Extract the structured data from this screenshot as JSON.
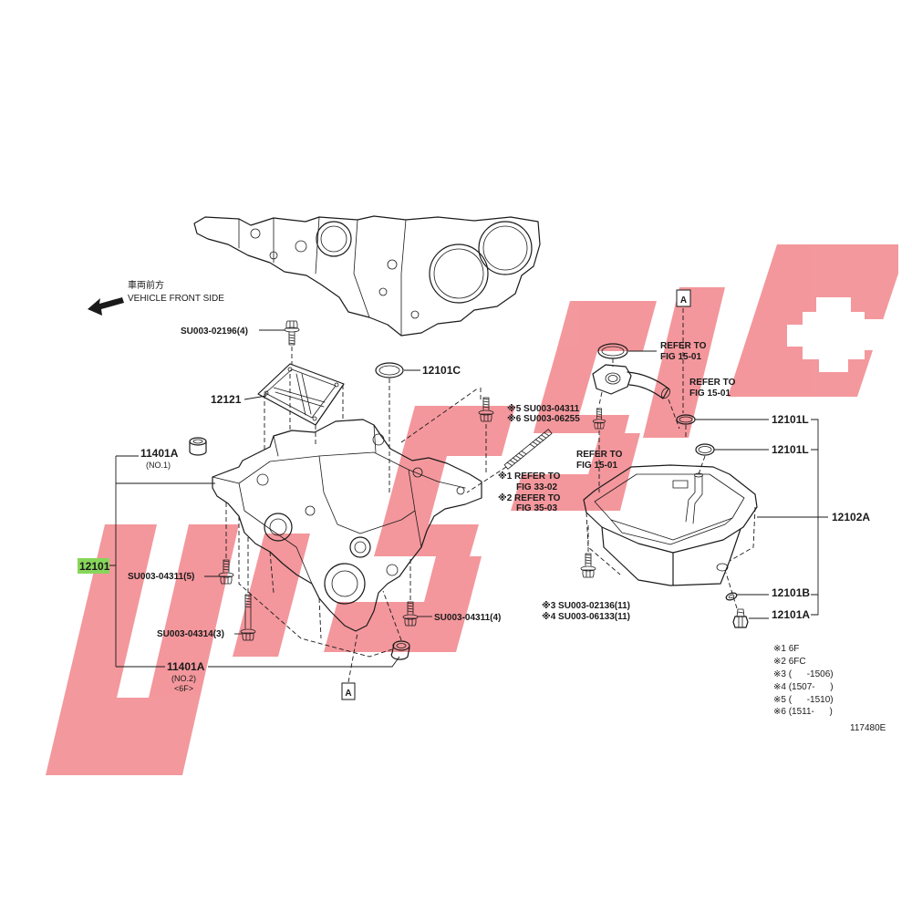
{
  "orientation": {
    "label_jp": "車両前方",
    "label_en": "VEHICLE FRONT SIDE"
  },
  "parts": {
    "cover_12121": "12121",
    "gasket_12101c": "12101C",
    "plug_no1": {
      "part": "11401A",
      "note": "(NO.1)"
    },
    "oil_pan_no1": "12101",
    "plug_no2": {
      "part": "11401A",
      "note": "(NO.2)",
      "variant": "<6F>"
    },
    "gasket_12101l_upper": "12101L",
    "gasket_12101l_lower": "12101L",
    "oil_pan_no2": "12102A",
    "gasket_12101b": "12101B",
    "drain_plug_12101a": "12101A"
  },
  "bolts": {
    "cover_bolt": "SU003-02196(4)",
    "stud_bolt_a": "※5 SU003-04311",
    "stud_bolt_b": "※6 SU003-06255",
    "pan_bolt_left": "SU003-04311(5)",
    "pan_bolt_long": "SU003-04314(3)",
    "pan_bolt_front": "SU003-04311(4)",
    "pan2_bolt_a": "※3 SU003-02136(11)",
    "pan2_bolt_b": "※4 SU003-06133(11)"
  },
  "references": {
    "stud_ref_1": [
      "※1 REFER TO",
      "FIG 33-02"
    ],
    "stud_ref_2": [
      "※2 REFER TO",
      "FIG 35-03"
    ],
    "ring_ref": [
      "REFER TO",
      "FIG 15-01"
    ],
    "strainer_ref": [
      "REFER TO",
      "FIG 15-01"
    ],
    "bolt_ref": [
      "REFER TO",
      "FIG 15-01"
    ],
    "marker_a_top": "A",
    "marker_a_bottom": "A"
  },
  "footnotes": [
    "※1 6F",
    "※2 6FC",
    "※3 (      -1506)",
    "※4 (1507-      )",
    "※5 (      -1510)",
    "※6 (1511-      )"
  ],
  "figure_id": "117480E",
  "colors": {
    "highlight": "#87d65a",
    "watermark": "#e8323c",
    "line": "#1a1a1a"
  }
}
